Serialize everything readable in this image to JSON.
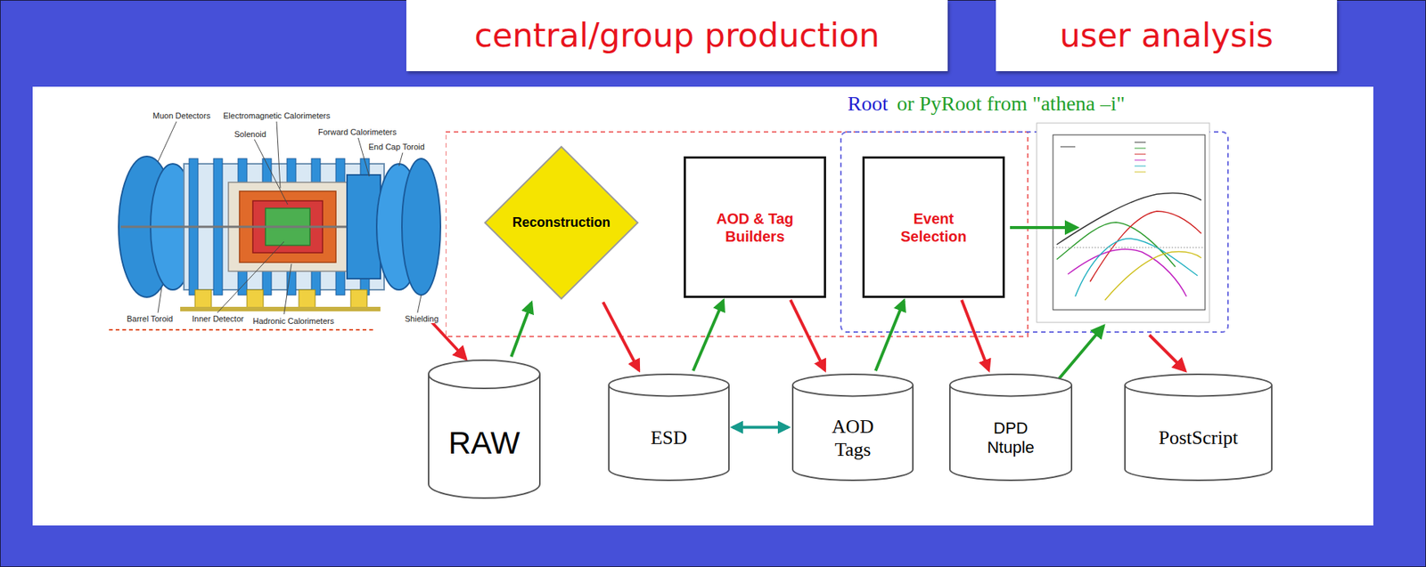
{
  "diagram": {
    "nodes": [
      {
        "text": [
          "central/group production"
        ]
      },
      {
        "text": [
          "user analysis"
        ]
      },
      {
        "text": [
          "Reconstruction"
        ]
      },
      {
        "text": [
          "AOD & Tag Builders"
        ]
      },
      {
        "text": [
          "Event Selection"
        ]
      },
      {
        "text": [
          "RAW"
        ]
      },
      {
        "text": [
          "ESD"
        ]
      },
      {
        "text": [
          "AOD Tags"
        ]
      },
      {
        "text": [
          "DPD Ntuple"
        ]
      },
      {
        "text": [
          "PostScript"
        ]
      }
    ],
    "edges": [
      {
        "from": 5,
        "to": 2,
        "arrow": "to"
      },
      {
        "from": 2,
        "to": 6,
        "arrow": "to"
      },
      {
        "from": 6,
        "to": 3,
        "arrow": "to"
      },
      {
        "from": 3,
        "to": 7,
        "arrow": "to"
      },
      {
        "from": 7,
        "to": 4,
        "arrow": "to"
      },
      {
        "from": 4,
        "to": 8,
        "arrow": "to"
      },
      {
        "from": 6,
        "to": 7,
        "arrow": "both"
      }
    ],
    "labels": [
      "Muon Detectors",
      "Electromagnetic Calorimeters",
      "Solenoid",
      "Forward Calorimeters",
      "End Cap Toroid",
      "Barrel Toroid",
      "Inner Detector",
      "Hadronic Calorimeters",
      "Shielding",
      "Root",
      "or PyRoot from \"athena –i\""
    ]
  }
}
